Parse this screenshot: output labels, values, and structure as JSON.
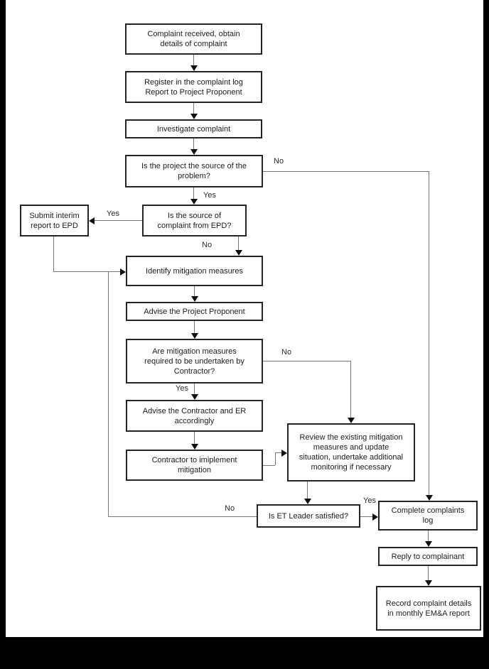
{
  "colors": {
    "frame_background": "#000000",
    "page_background": "#ffffff",
    "box_border": "#242424",
    "connector_line": "#787878",
    "arrowhead": "#101010",
    "text": "#1c1c1c"
  },
  "flowchart": {
    "nodes": {
      "complaint_received": {
        "label": "Complaint received, obtain\ndetails of complaint"
      },
      "register_log": {
        "label": "Register in the complaint log\nReport to Project Proponent"
      },
      "investigate": {
        "label": "Investigate complaint"
      },
      "project_source": {
        "label": "Is the project the source of the\nproblem?"
      },
      "source_epd": {
        "label": "Is the source of\ncomplaint from EPD?"
      },
      "submit_epd": {
        "label": "Submit interim\nreport to EPD"
      },
      "identify_mitigation": {
        "label": "Identify mitigation measures"
      },
      "advise_proponent": {
        "label": "Advise the Project Proponent"
      },
      "mitigation_required": {
        "label": "Are mitigation measures\nrequired to be undertaken by\nContractor?"
      },
      "advise_contractor": {
        "label": "Advise the Contractor and ER\naccordingly"
      },
      "contractor_implement": {
        "label": "Contractor to imiplement\nmitigation"
      },
      "review_existing": {
        "label": "Review the existing mitigation\nmeasures and update\nsituation, undertake additional\nmonitoring if necessary"
      },
      "et_leader": {
        "label": "Is ET Leader satisfied?"
      },
      "complete_log": {
        "label": "Complete complaints\nlog"
      },
      "reply_complainant": {
        "label": "Reply to complainant"
      },
      "record_details": {
        "label": "Record complaint details\nin monthly EM&A report"
      }
    },
    "edge_labels": {
      "project_source_yes": "Yes",
      "project_source_no": "No",
      "epd_yes": "Yes",
      "epd_no": "No",
      "mitigation_yes": "Yes",
      "mitigation_no": "No",
      "et_yes": "Yes",
      "et_no": "No"
    }
  }
}
